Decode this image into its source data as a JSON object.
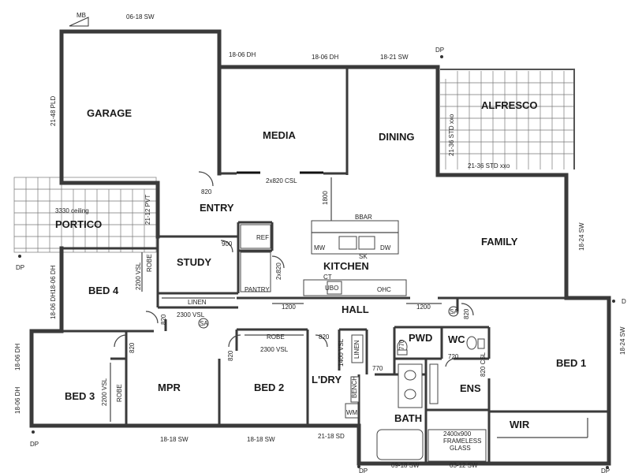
{
  "rooms": {
    "garage": "GARAGE",
    "media": "MEDIA",
    "dining": "DINING",
    "alfresco": "ALFRESCO",
    "entry": "ENTRY",
    "portico": "PORTICO",
    "family": "FAMILY",
    "study": "STUDY",
    "kitchen": "KITCHEN",
    "bed4": "BED 4",
    "hall": "HALL",
    "bed1": "BED 1",
    "pwd": "PWD",
    "wc": "WC",
    "ens": "ENS",
    "wir": "WIR",
    "bed3": "BED 3",
    "mpr": "MPR",
    "bed2": "BED 2",
    "ldry": "L'DRY",
    "bath": "BATH"
  },
  "labels": {
    "mb": "MB",
    "dp_top": "DP",
    "dp_portico": "DP",
    "dp_bl": "DP",
    "dp_br": "DP",
    "dp_r1": "DP",
    "dp_r2": "D",
    "ceiling": "3330 ceiling",
    "bbar": "BBAR",
    "ref": "REF",
    "pantry": "PANTRY",
    "mw": "MW",
    "sk": "SK",
    "dw": "DW",
    "ct": "CT",
    "ubo": "UBO",
    "ohc": "OHC",
    "linen_hall": "LINEN",
    "robe_bed4": "ROBE",
    "robe_bed3": "ROBE",
    "robe_bed2": "ROBE",
    "linen_ldry": "LINEN",
    "bench": "BENCH",
    "wm": "WM",
    "frameless": "FRAMELESS",
    "glass": "GLASS",
    "sa1": "SA",
    "sa2": "SA"
  },
  "dimensions": {
    "top_garage": "06-18 SW",
    "dh1": "18-06 DH",
    "dh2": "18-06 DH",
    "sw_dining": "18-21 SW",
    "pld": "21-48 PLD",
    "std_v": "21-36 STD xxo",
    "std_h": "21-36 STD xxo",
    "csl_media": "2x820 CSL",
    "door_820_entry": "820",
    "pvt": "21-12 PVT",
    "d1800": "1800",
    "d900": "900",
    "d2x820": "2x820",
    "sw_family": "18-24 SW",
    "sw_bed1": "18-24 SW",
    "dh_left": "18-06 DH18-06 DH",
    "vsl_bed4": "2200 VSL",
    "door_820_bed4": "820",
    "vsl_linen": "2300 VSL",
    "d1200a": "1200",
    "d1200b": "1200",
    "door_820_ens": "820",
    "dh_bed3a": "18-06 DH",
    "dh_bed3b": "18-06 DH",
    "door_820_mpr": "820",
    "vsl_bed3": "2200 VSL",
    "vsl_bed2": "2300 VSL",
    "door_820_bed2": "820",
    "door_820_ldry": "820",
    "vsl_ldry": "1400 VSL",
    "d770a": "770",
    "d770b": "770",
    "d720": "720",
    "csl_ens": "820 CSL",
    "shower": "2400x900",
    "sw_bottom1": "18-18 SW",
    "sw_bottom2": "18-18 SW",
    "sd_bottom": "21-18 SD",
    "sw_bottom3": "09-18 SW",
    "sw_bottom4": "03-12 SW"
  }
}
